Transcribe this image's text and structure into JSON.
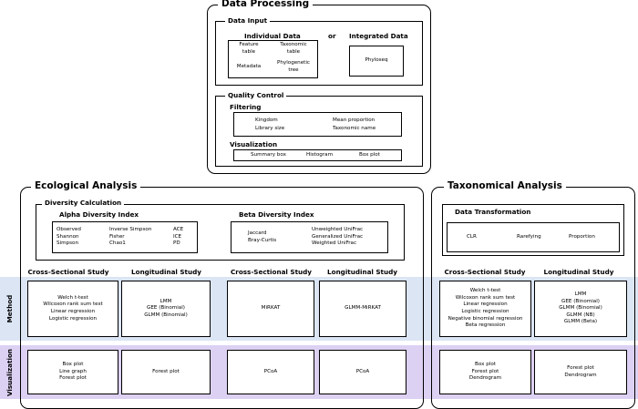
{
  "data_processing": {
    "title": "Data Processing",
    "data_input": {
      "title": "Data Input",
      "individual_label": "Individual Data",
      "or_label": "or",
      "integrated_label": "Integrated Data",
      "feature_table": "Feature\ntable",
      "taxonomic_table": "Taxonomic\ntable",
      "metadata": "Metadata",
      "phylogenetic_tree": "Phylogenetic\ntree",
      "phyloseq": "Phyloseq"
    },
    "quality_control": {
      "title": "Quality Control",
      "filtering_label": "Filtering",
      "filtering_items": [
        "Kingdom",
        "Library size",
        "Mean proportion",
        "Taxonomic name"
      ],
      "visualization_label": "Visualization",
      "visualization_items": [
        "Summary box",
        "Histogram",
        "Box plot"
      ]
    }
  },
  "ecological_analysis": {
    "title": "Ecological Analysis",
    "diversity_title": "Diversity Calculation",
    "alpha_title": "Alpha Diversity Index",
    "alpha_col1": [
      "Observed",
      "Shannon",
      "Simpson"
    ],
    "alpha_col2": [
      "Inverse Simpson",
      "Fisher",
      "Chao1"
    ],
    "alpha_col3": [
      "ACE",
      "ICE",
      "PD"
    ],
    "beta_title": "Beta Diversity Index",
    "beta_col1": [
      "Jaccard",
      "Bray-Curtis"
    ],
    "beta_col2": [
      "Unweighted UniFrac",
      "Generalized UniFrac",
      "Weighted UniFrac"
    ],
    "alpha_cross_title": "Cross-Sectional Study",
    "alpha_long_title": "Longitudinal Study",
    "beta_cross_title": "Cross-Sectional Study",
    "beta_long_title": "Longitudinal Study",
    "method_alpha_cross": [
      "Welch t-test",
      "Wilcoxon rank sum test",
      "Linear regression",
      "Logistic regression"
    ],
    "method_alpha_long": [
      "LMM",
      "GEE (Binomial)",
      "GLMM (Binomial)"
    ],
    "method_beta_cross": [
      "MiRKAT"
    ],
    "method_beta_long": [
      "GLMM-MiRKAT"
    ],
    "vis_alpha_cross": [
      "Box plot",
      "Line graph",
      "Forest plot"
    ],
    "vis_alpha_long": [
      "Forest plot"
    ],
    "vis_beta_cross": [
      "PCoA"
    ],
    "vis_beta_long": [
      "PCoA"
    ]
  },
  "taxonomical_analysis": {
    "title": "Taxonomical Analysis",
    "transform_title": "Data Transformation",
    "transform_items": [
      "CLR",
      "Rarefying",
      "Proportion"
    ],
    "cross_title": "Cross-Sectional Study",
    "long_title": "Longitudinal Study",
    "method_cross": [
      "Welch t-test",
      "Wilcoxon rank sum test",
      "Linear regression",
      "Logistic regression",
      "Negative binomial regression",
      "Beta regression"
    ],
    "method_long": [
      "LMM",
      "GEE (Binomial)",
      "GLMM (Binomial)",
      "GLMM (NB)",
      "GLMM (Beta)"
    ],
    "vis_cross": [
      "Box plot",
      "Forest plot",
      "Dendrogram"
    ],
    "vis_long": [
      "Forest plot",
      "Dendrogram"
    ]
  },
  "row_labels": {
    "method": "Method",
    "visualization": "Visualization"
  }
}
